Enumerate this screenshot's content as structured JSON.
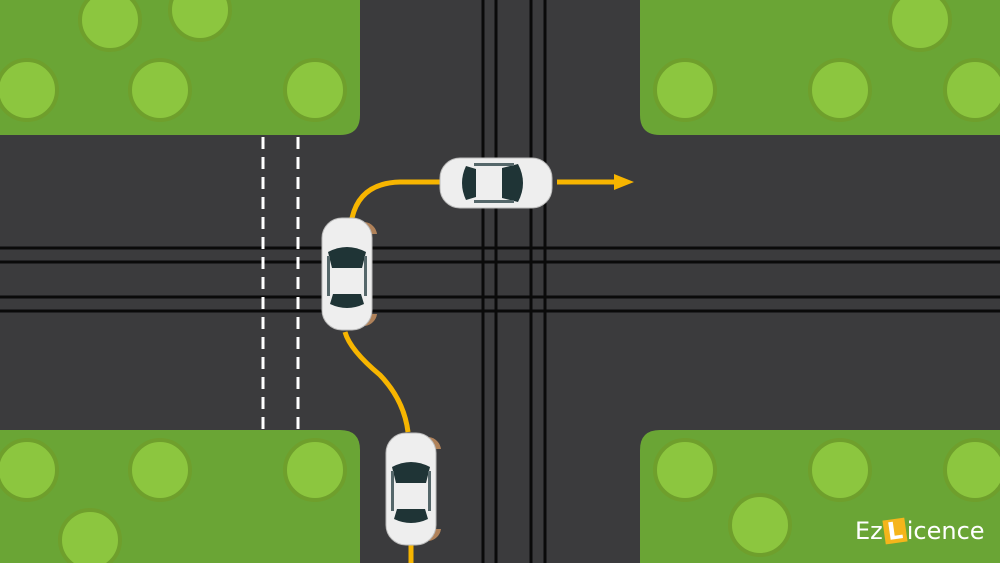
{
  "colors": {
    "road": "#3b3b3d",
    "grass": "#6aa535",
    "tree": "#8cc63f",
    "path": "#f7b500",
    "car": "#eeeeee",
    "glass": "#1f3436"
  },
  "logo": {
    "prefix": "Ez",
    "badge": "L",
    "suffix": "icence"
  }
}
